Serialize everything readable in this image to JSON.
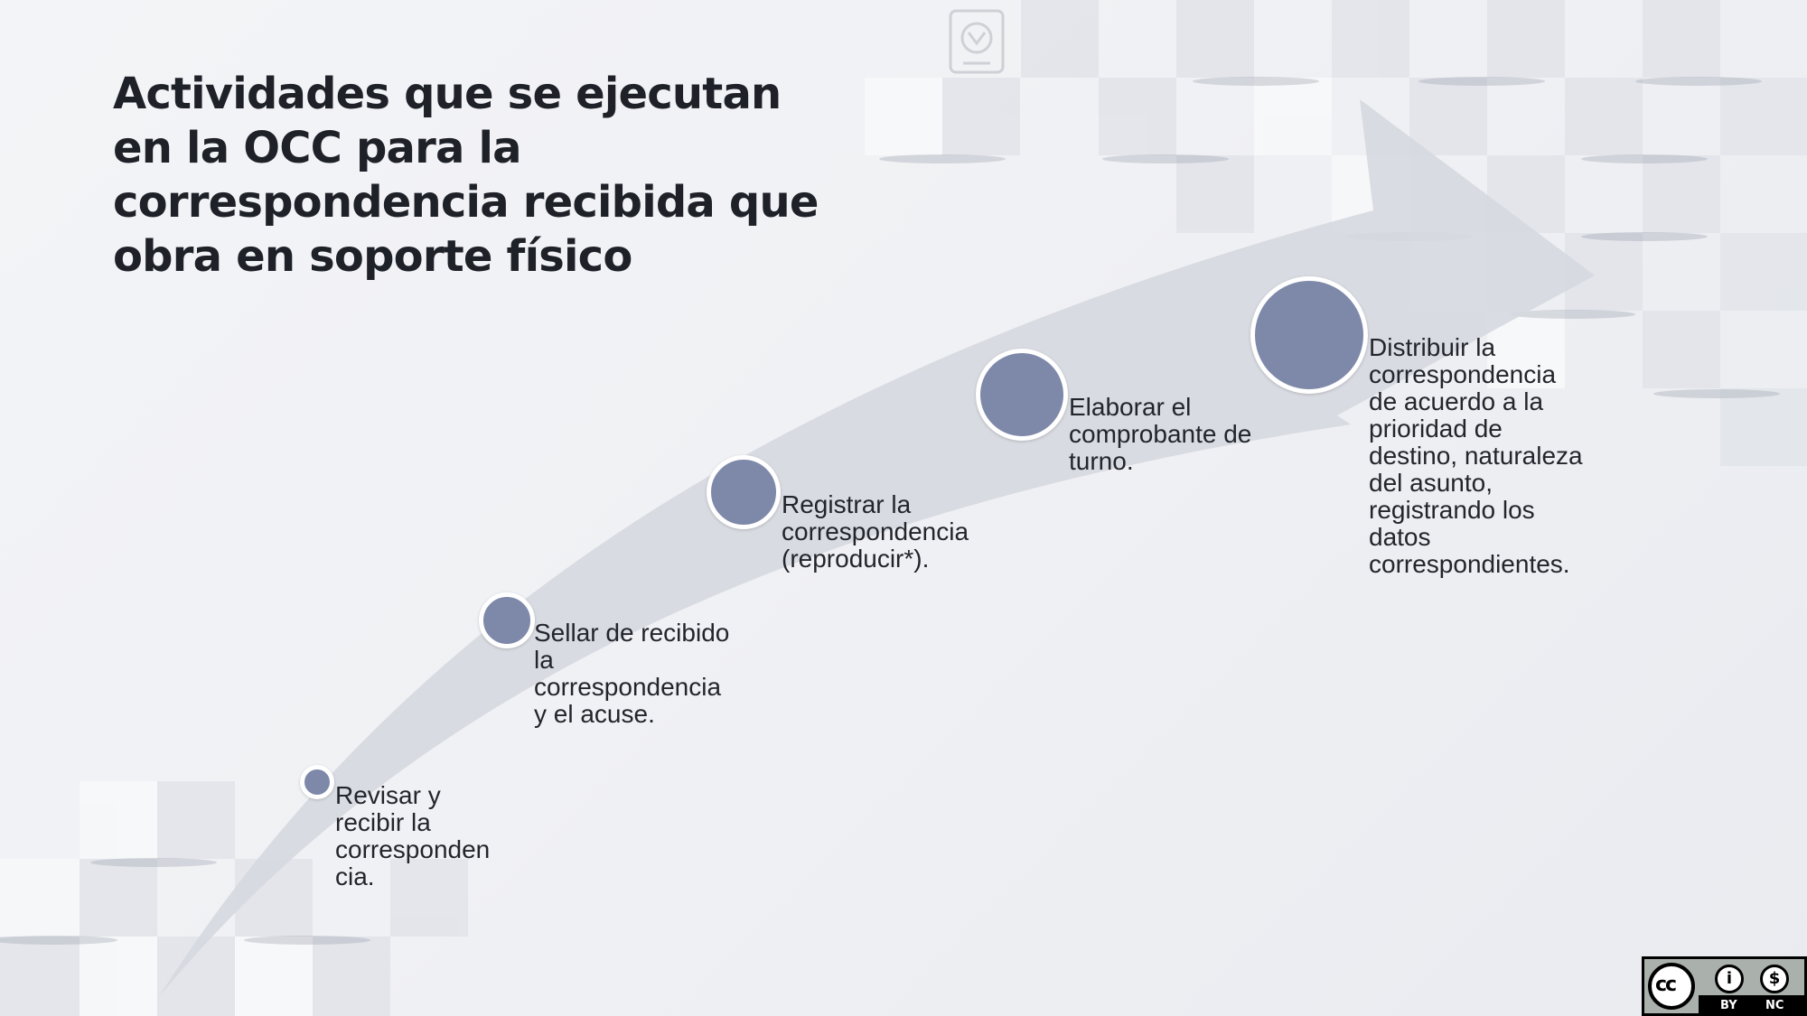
{
  "slide": {
    "title": "Actividades que se ejecutan en la OCC para la correspondencia recibida que obra en soporte físico"
  },
  "steps": [
    {
      "label": "Revisar y\nrecibir la\ncorresponden\ncia."
    },
    {
      "label": "Sellar de recibido\nla\ncorrespondencia\ny el acuse."
    },
    {
      "label": "Registrar la\ncorrespondencia\n(reproducir*)."
    },
    {
      "label": "Elaborar el\ncomprobante de\nturno."
    },
    {
      "label": "Distribuir la\ncorrespondencia\nde acuerdo a la\nprioridad de\ndestino, naturaleza\ndel asunto,\nregistrando los\ndatos\ncorrespondientes."
    }
  ],
  "license": {
    "by": "BY",
    "nc": "NC"
  },
  "colors": {
    "dot": "#7e88a9",
    "arrow": "#d6d8e0",
    "title": "#1f2129"
  },
  "icons": {
    "emblem": "university-seal-icon",
    "license": "creative-commons-by-nc-icon"
  }
}
